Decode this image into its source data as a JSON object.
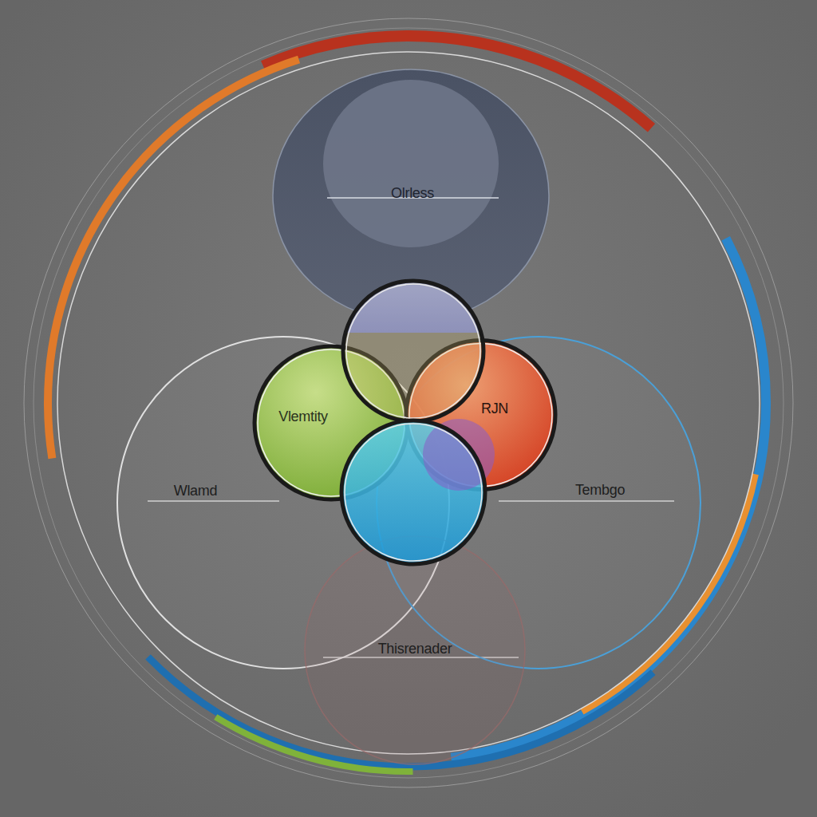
{
  "diagram": {
    "nodes": [
      {
        "text": [
          "Olrless"
        ]
      },
      {
        "text": [
          "Wlamd"
        ]
      },
      {
        "text": [
          "Tembgo"
        ]
      },
      {
        "text": [
          "Vlemtity"
        ]
      },
      {
        "text": [
          "RJN"
        ]
      },
      {
        "text": [
          "Thisrenader"
        ]
      }
    ]
  }
}
